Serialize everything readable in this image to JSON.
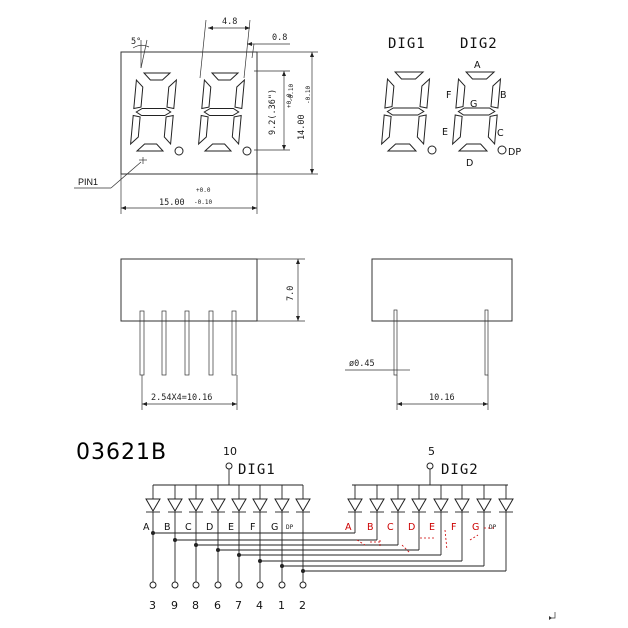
{
  "front_view": {
    "dim_digit_spacing": "4.8",
    "dim_segment_width": "0.8",
    "dim_slant": "5°",
    "dim_digit_height": "9.2(.36\")",
    "dim_digit_height_tol_top": "+0.0",
    "dim_digit_height_tol_bottom": "-0.10",
    "dim_height": "14.00",
    "dim_height_tol": "-0.10",
    "dim_width": "15.00",
    "dim_width_tol_top": "+0.0",
    "dim_width_tol_bottom": "-0.10",
    "pin1_label": "PIN1"
  },
  "segment_map": {
    "dig1_label": "DIG1",
    "dig2_label": "DIG2",
    "segments": [
      "A",
      "B",
      "C",
      "D",
      "E",
      "F",
      "G",
      "DP"
    ]
  },
  "side_view": {
    "dim_thickness": "7.0",
    "dim_pin_pitch": "2.54X4=10.16",
    "dim_pin_diameter": "ø0.45",
    "dim_row_spacing": "10.16"
  },
  "schematic": {
    "part_number": "03621B",
    "dig1_pin": "10",
    "dig1_label": "DIG1",
    "dig2_pin": "5",
    "dig2_label": "DIG2",
    "segment_labels": [
      "A",
      "B",
      "C",
      "D",
      "E",
      "F",
      "G",
      "DP"
    ],
    "pin_numbers": [
      "3",
      "9",
      "8",
      "6",
      "7",
      "4",
      "1",
      "2"
    ]
  }
}
